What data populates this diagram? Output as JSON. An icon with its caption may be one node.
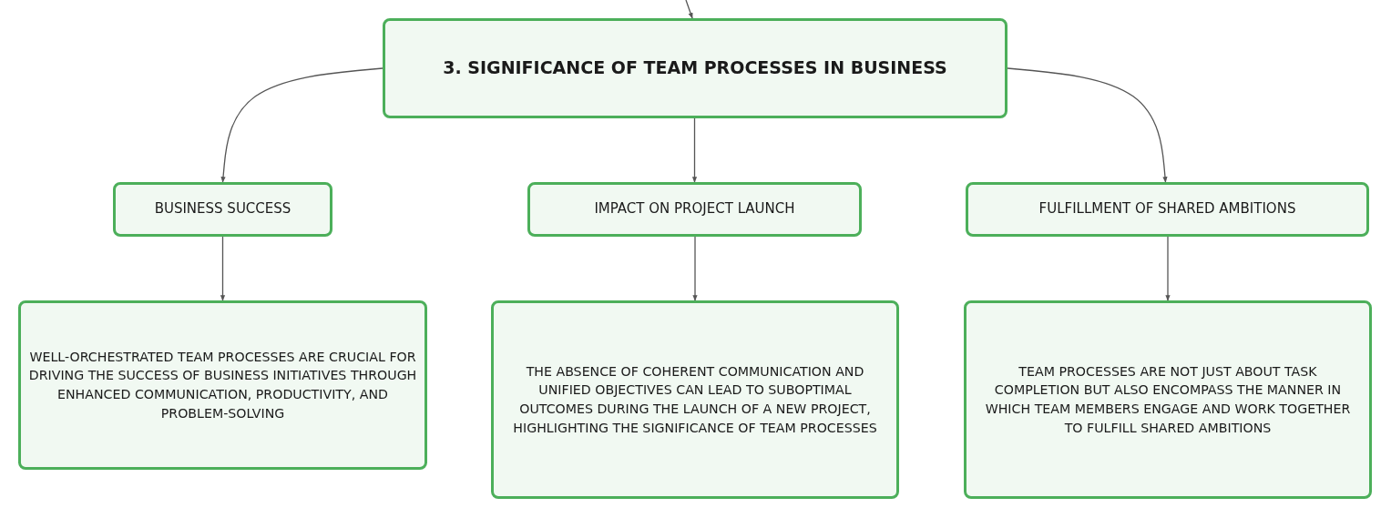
{
  "diagram": {
    "nodes": [
      {
        "text": [
          "3. SIGNIFICANCE OF TEAM PROCESSES IN BUSINESS"
        ]
      },
      {
        "text": [
          "BUSINESS SUCCESS"
        ]
      },
      {
        "text": [
          "IMPACT ON PROJECT LAUNCH"
        ]
      },
      {
        "text": [
          "FULFILLMENT OF SHARED AMBITIONS"
        ]
      },
      {
        "text": [
          "WELL-ORCHESTRATED TEAM PROCESSES ARE CRUCIAL FOR DRIVING THE SUCCESS OF BUSINESS INITIATIVES THROUGH ENHANCED COMMUNICATION, PRODUCTIVITY, AND PROBLEM-SOLVING"
        ]
      },
      {
        "text": [
          "THE ABSENCE OF COHERENT COMMUNICATION AND UNIFIED OBJECTIVES CAN LEAD TO SUBOPTIMAL OUTCOMES DURING THE LAUNCH OF A NEW PROJECT, HIGHLIGHTING THE SIGNIFICANCE OF TEAM PROCESSES"
        ]
      },
      {
        "text": [
          "TEAM PROCESSES ARE NOT JUST ABOUT TASK COMPLETION BUT ALSO ENCOMPASS THE MANNER IN WHICH TEAM MEMBERS ENGAGE AND WORK TOGETHER TO FULFILL SHARED AMBITIONS"
        ]
      }
    ],
    "edges": [
      {
        "from": null,
        "to": 0,
        "arrow": "to"
      },
      {
        "from": 0,
        "to": 1,
        "arrow": "to"
      },
      {
        "from": 0,
        "to": 2,
        "arrow": "to"
      },
      {
        "from": 0,
        "to": 3,
        "arrow": "to"
      },
      {
        "from": 1,
        "to": 4,
        "arrow": "to"
      },
      {
        "from": 2,
        "to": 5,
        "arrow": "to"
      },
      {
        "from": 3,
        "to": 6,
        "arrow": "to"
      }
    ]
  }
}
